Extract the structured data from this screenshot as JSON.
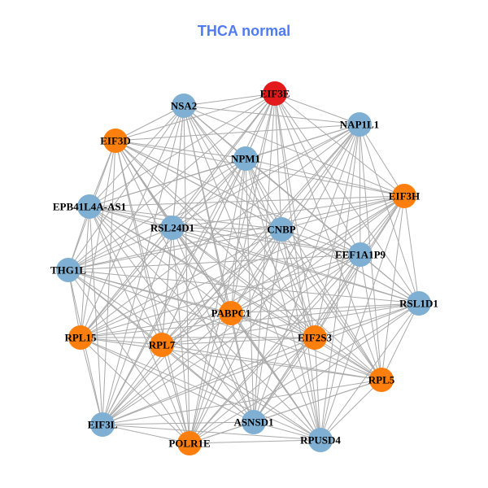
{
  "title": "THCA normal",
  "colors": {
    "blue": "#7fb0d3",
    "orange": "#ff7f0e",
    "red": "#e31a1c",
    "edge": "#aaaaaa"
  },
  "nodes": [
    {
      "id": "EIF3E",
      "group": "red"
    },
    {
      "id": "NSA2",
      "group": "blue"
    },
    {
      "id": "NAP1L1",
      "group": "blue"
    },
    {
      "id": "EIF3D",
      "group": "orange"
    },
    {
      "id": "NPM1",
      "group": "blue"
    },
    {
      "id": "EIF3H",
      "group": "orange"
    },
    {
      "id": "EPB41L4A-AS1",
      "group": "blue"
    },
    {
      "id": "RSL24D1",
      "group": "blue"
    },
    {
      "id": "CNBP",
      "group": "blue"
    },
    {
      "id": "EEF1A1P9",
      "group": "blue"
    },
    {
      "id": "THG1L",
      "group": "blue"
    },
    {
      "id": "RSL1D1",
      "group": "blue"
    },
    {
      "id": "PABPC1",
      "group": "orange"
    },
    {
      "id": "RPL15",
      "group": "orange"
    },
    {
      "id": "RPL7",
      "group": "orange"
    },
    {
      "id": "EIF2S3",
      "group": "orange"
    },
    {
      "id": "RPL5",
      "group": "orange"
    },
    {
      "id": "EIF3L",
      "group": "blue"
    },
    {
      "id": "ASNSD1",
      "group": "blue"
    },
    {
      "id": "RPUSD4",
      "group": "blue"
    },
    {
      "id": "POLR1E",
      "group": "orange"
    }
  ],
  "edges": "all-pairs"
}
